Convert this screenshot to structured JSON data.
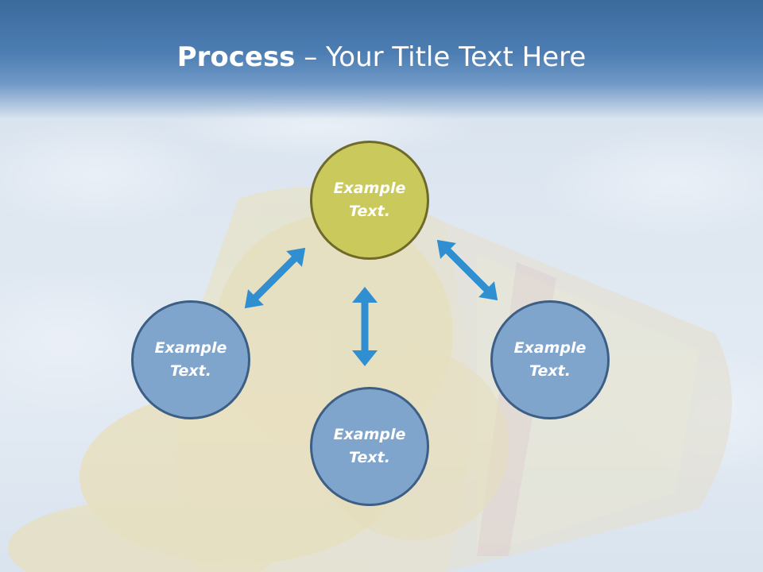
{
  "slide": {
    "title_bold": "Process",
    "title_rest": " – Your Title Text Here"
  },
  "diagram": {
    "nodes": [
      {
        "id": "top",
        "text": "Example\nText.",
        "color": "#c9c95c"
      },
      {
        "id": "left",
        "text": "Example\nText.",
        "color": "#7fa5cc"
      },
      {
        "id": "right",
        "text": "Example\nText.",
        "color": "#7fa5cc"
      },
      {
        "id": "bottom",
        "text": "Example\nText.",
        "color": "#7fa5cc"
      }
    ],
    "arrow_color": "#2f8fd0",
    "connections": [
      {
        "from": "top",
        "to": "left"
      },
      {
        "from": "top",
        "to": "right"
      },
      {
        "from": "top",
        "to": "bottom"
      }
    ]
  }
}
